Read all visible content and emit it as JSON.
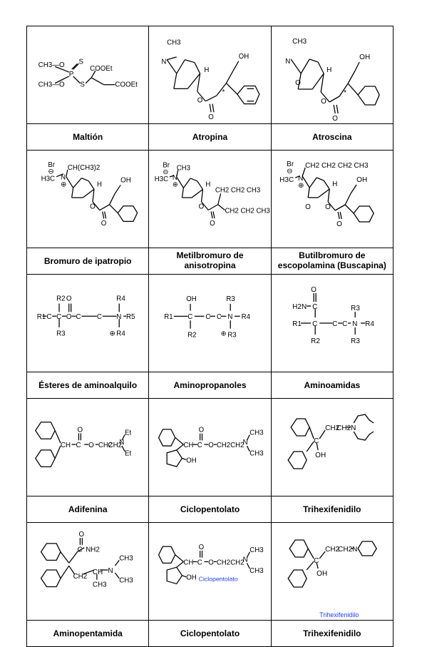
{
  "rows": [
    {
      "cells": [
        {
          "name": "Maltión",
          "labels": [
            "CH3—O",
            "CH3—O",
            "P",
            "S",
            "S",
            "COOEt",
            "COOEt"
          ]
        },
        {
          "name": "Atropina",
          "labels": [
            "CH3",
            "N",
            "H",
            "OH",
            "O",
            "O",
            "*"
          ]
        },
        {
          "name": "Atroscina",
          "labels": [
            "CH3",
            "N",
            "O",
            "H",
            "OH",
            "O",
            "O",
            "*"
          ]
        }
      ]
    },
    {
      "cells": [
        {
          "name": "Bromuro de ipatropio",
          "labels": [
            "Br",
            "⊖",
            "CH(CH3)2",
            "H3C",
            "N",
            "⊕",
            "H",
            "OH",
            "O",
            "O"
          ]
        },
        {
          "name": "Metilbromuro de anisotropina",
          "labels": [
            "Br",
            "⊖",
            "CH3",
            "H3C",
            "N",
            "⊕",
            "H",
            "CH2 CH2 CH3",
            "O",
            "O",
            "CH2 CH2 CH3"
          ]
        },
        {
          "name": "Butilbromuro de escopolamina (Buscapina)",
          "labels": [
            "Br",
            "⊖",
            "CH2 CH2 CH2 CH3",
            "H3C",
            "N",
            "⊕",
            "H",
            "OH",
            "O",
            "O",
            "O"
          ]
        }
      ]
    },
    {
      "cells": [
        {
          "name": "Ésteres de aminoalquilo",
          "labels": [
            "R2",
            "O",
            "R4",
            "R1",
            "C",
            "C",
            "O",
            "C",
            "C",
            "N",
            "R5",
            "R3",
            "⊕",
            "R4"
          ]
        },
        {
          "name": "Aminopropanoles",
          "labels": [
            "OH",
            "R3",
            "R1",
            "C",
            "C",
            "C",
            "N",
            "R4",
            "R2",
            "⊕",
            "R3"
          ]
        },
        {
          "name": "Aminoamidas",
          "labels": [
            "O",
            "H2N",
            "C",
            "R3",
            "R1",
            "C",
            "C",
            "C",
            "N",
            "R4",
            "R2",
            "R3"
          ]
        }
      ]
    },
    {
      "cells": [
        {
          "name": "Adifenina",
          "labels": [
            "CH",
            "C",
            "O",
            "O",
            "CH2",
            "CH2",
            "N",
            "Et",
            "Et"
          ]
        },
        {
          "name": "Ciclopentolato",
          "labels": [
            "CH",
            "C",
            "O",
            "O",
            "CH2",
            "CH2",
            "N",
            "CH3",
            "CH3",
            "OH"
          ]
        },
        {
          "name": "Trihexifenidilo",
          "labels": [
            "CH2",
            "CH2",
            "N",
            "C",
            "OH"
          ]
        }
      ]
    },
    {
      "cells": [
        {
          "name": "Aminopentamida",
          "labels": [
            "O",
            "C",
            "NH2",
            "CH3",
            "CH2",
            "CH",
            "N",
            "CH3",
            "CH3"
          ]
        },
        {
          "name": "Ciclopentolato",
          "labels": [
            "CH",
            "C",
            "O",
            "O",
            "CH2",
            "CH2",
            "N",
            "CH3",
            "CH3",
            "OH",
            "Ciclopentolato"
          ]
        },
        {
          "name": "Trihexifenidilo",
          "labels": [
            "CH2",
            "CH2",
            "N",
            "C",
            "OH",
            "Trihexifenidilo"
          ]
        }
      ]
    }
  ]
}
